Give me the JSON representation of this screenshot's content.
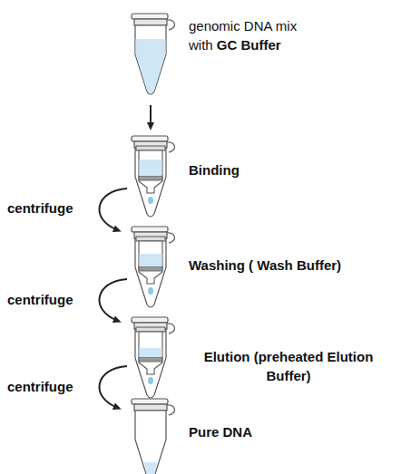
{
  "diagram": {
    "labels": [
      "genomic DNA mix with",
      "GC Buffer",
      "Binding",
      "Washing (",
      "Wash Buffer",
      ")",
      "Elution (preheated",
      "Elution",
      "Buffer)",
      "Pure DNA",
      "centrifuge",
      "centrifuge",
      "centrifuge"
    ]
  }
}
